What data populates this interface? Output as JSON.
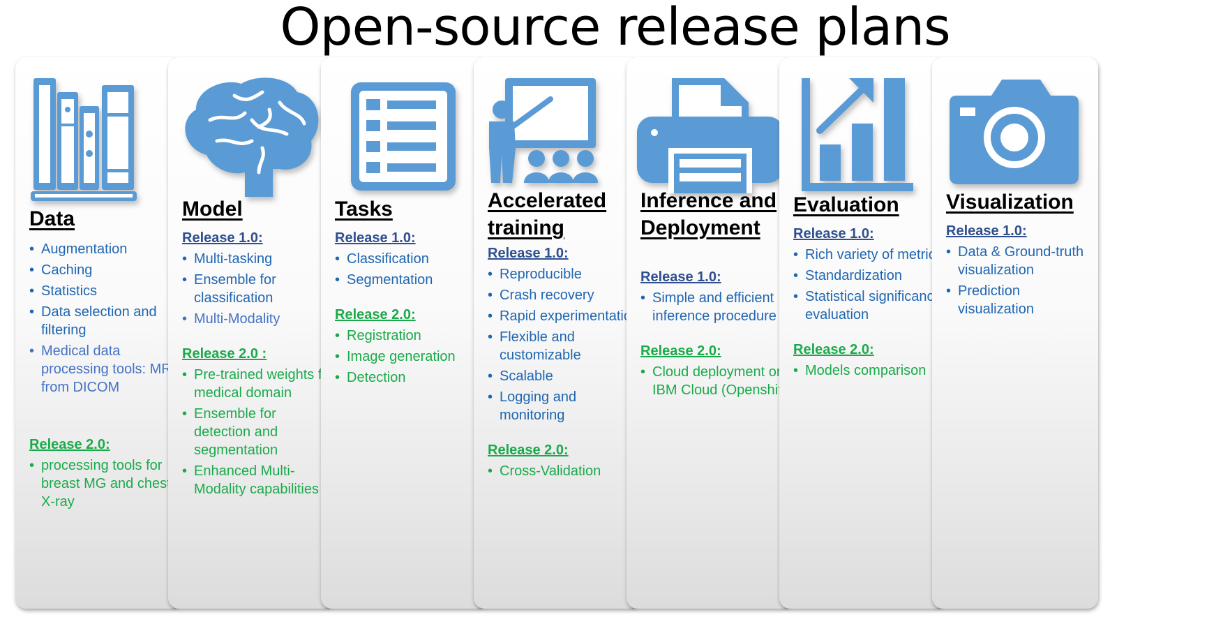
{
  "title": "Open-source release plans",
  "icon_color": "#5b9bd5",
  "cards": [
    {
      "icon": "books-icon",
      "heading": "Data",
      "items_main": [
        {
          "text": "Augmentation",
          "tone": "blue"
        },
        {
          "text": "Caching",
          "tone": "blue"
        },
        {
          "text": "Statistics",
          "tone": "blue"
        },
        {
          "text": "Data selection and filtering",
          "tone": "blue"
        },
        {
          "text": "Medical data processing tools: MRI from DICOM",
          "tone": "light"
        }
      ],
      "release2_label": "Release 2.0:",
      "release2_items": [
        "processing tools for breast MG and chest  X-ray"
      ]
    },
    {
      "icon": "brain-icon",
      "heading": "Model",
      "release1_label": "Release 1.0:",
      "release1_items": [
        {
          "text": "Multi-tasking",
          "tone": "blue"
        },
        {
          "text": "Ensemble for classification",
          "tone": "blue"
        },
        {
          "text": "Multi-Modality",
          "tone": "light"
        }
      ],
      "release2_label": "Release 2.0 :",
      "release2_items": [
        "Pre-trained weights for medical domain",
        "Ensemble for detection and segmentation",
        "Enhanced Multi-Modality capabilities"
      ]
    },
    {
      "icon": "checklist-icon",
      "heading": "Tasks",
      "release1_label": "Release 1.0:",
      "release1_items": [
        {
          "text": "Classification",
          "tone": "blue"
        },
        {
          "text": "Segmentation",
          "tone": "blue"
        }
      ],
      "release2_label": "Release 2.0:",
      "release2_items": [
        "Registration",
        "Image generation",
        "Detection"
      ]
    },
    {
      "icon": "presentation-icon",
      "heading": "Accelerated training",
      "release1_label": "Release 1.0:",
      "release1_items": [
        {
          "text": "Reproducible",
          "tone": "blue"
        },
        {
          "text": "Crash recovery",
          "tone": "blue"
        },
        {
          "text": "Rapid experimentation",
          "tone": "blue"
        },
        {
          "text": "Flexible and customizable",
          "tone": "blue"
        },
        {
          "text": "Scalable",
          "tone": "blue"
        },
        {
          "text": "Logging and monitoring",
          "tone": "blue"
        }
      ],
      "release2_label": "Release 2.0:",
      "release2_items": [
        "Cross-Validation"
      ]
    },
    {
      "icon": "printer-icon",
      "heading": "Inference and Deployment",
      "release1_label": "Release 1.0:",
      "release1_items": [
        {
          "text": "Simple and efficient inference procedure",
          "tone": "blue"
        }
      ],
      "release2_label": "Release 2.0:",
      "release2_items": [
        "Cloud deployment on IBM Cloud (Openshift)"
      ]
    },
    {
      "icon": "bar-chart-icon",
      "heading": "Evaluation",
      "release1_label": "Release 1.0:",
      "release1_items": [
        {
          "text": "Rich variety of metrics",
          "tone": "blue"
        },
        {
          "text": "Standardization",
          "tone": "blue"
        },
        {
          "text": "Statistical significance evaluation",
          "tone": "blue"
        }
      ],
      "release2_label": "Release 2.0:",
      "release2_items": [
        "Models comparison"
      ]
    },
    {
      "icon": "camera-icon",
      "heading": "Visualization",
      "release1_label": "Release 1.0:",
      "release1_items": [
        {
          "text": "Data & Ground-truth visualization",
          "tone": "blue"
        },
        {
          "text": "Prediction visualization",
          "tone": "blue"
        }
      ]
    }
  ]
}
